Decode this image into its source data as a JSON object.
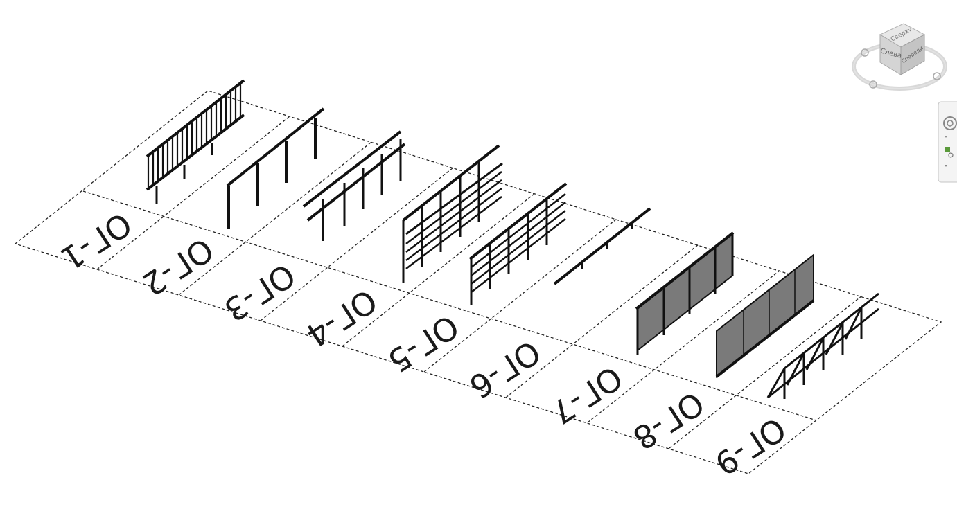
{
  "viewport": {
    "labels": [
      "ОГ-1",
      "ОГ-2",
      "ОГ-3",
      "ОГ-4",
      "ОГ-5",
      "ОГ-6",
      "ОГ-7",
      "ОГ-8",
      "ОГ-9"
    ]
  },
  "viewcube": {
    "face_left": "Слева",
    "face_front": "Спереди",
    "face_top": "Сверху"
  },
  "navbar": {
    "icons": [
      "steering-wheel-icon",
      "zoom-icon"
    ]
  },
  "colors": {
    "background": "#ffffff",
    "line": "#1a1a1a",
    "panel_fill": "#7a7a7a"
  }
}
